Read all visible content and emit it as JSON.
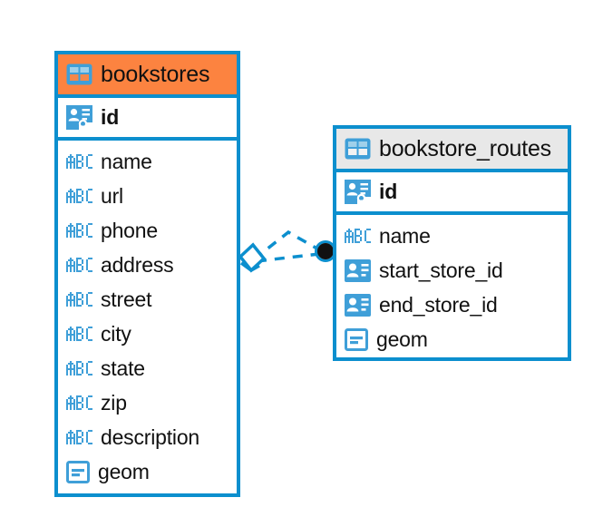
{
  "diagram": {
    "type": "entity-relationship-diagram",
    "background_color": "#ffffff",
    "accent_color": "#0c8fce",
    "highlight_color": "#fc8340",
    "header_gray": "#e8e8e8"
  },
  "entities": [
    {
      "name": "bookstores",
      "header_style": "orange",
      "primary_key": {
        "label": "id",
        "icon": "primary-key-icon"
      },
      "fields": [
        {
          "label": "name",
          "icon": "abc-text-icon"
        },
        {
          "label": "url",
          "icon": "abc-text-icon"
        },
        {
          "label": "phone",
          "icon": "abc-text-icon"
        },
        {
          "label": "address",
          "icon": "abc-text-icon"
        },
        {
          "label": "street",
          "icon": "abc-text-icon"
        },
        {
          "label": "city",
          "icon": "abc-text-icon"
        },
        {
          "label": "state",
          "icon": "abc-text-icon"
        },
        {
          "label": "zip",
          "icon": "abc-text-icon"
        },
        {
          "label": "description",
          "icon": "abc-text-icon"
        },
        {
          "label": "geom",
          "icon": "geometry-icon"
        }
      ]
    },
    {
      "name": "bookstore_routes",
      "header_style": "gray",
      "primary_key": {
        "label": "id",
        "icon": "primary-key-icon"
      },
      "fields": [
        {
          "label": "name",
          "icon": "abc-text-icon"
        },
        {
          "label": "start_store_id",
          "icon": "foreign-key-icon"
        },
        {
          "label": "end_store_id",
          "icon": "foreign-key-icon"
        },
        {
          "label": "geom",
          "icon": "geometry-icon"
        }
      ]
    }
  ],
  "relationships": [
    {
      "from_entity": "bookstore_routes",
      "from_field": "start_store_id",
      "to_entity": "bookstores",
      "to_field": "id",
      "line_style": "dashed",
      "source_marker": "filled-circle-marker",
      "target_marker": "diamond-marker",
      "path": "arc"
    },
    {
      "from_entity": "bookstore_routes",
      "from_field": "end_store_id",
      "to_entity": "bookstores",
      "to_field": "id",
      "line_style": "dashed",
      "source_marker": "filled-circle-marker",
      "target_marker": "diamond-marker",
      "path": "straight"
    }
  ]
}
